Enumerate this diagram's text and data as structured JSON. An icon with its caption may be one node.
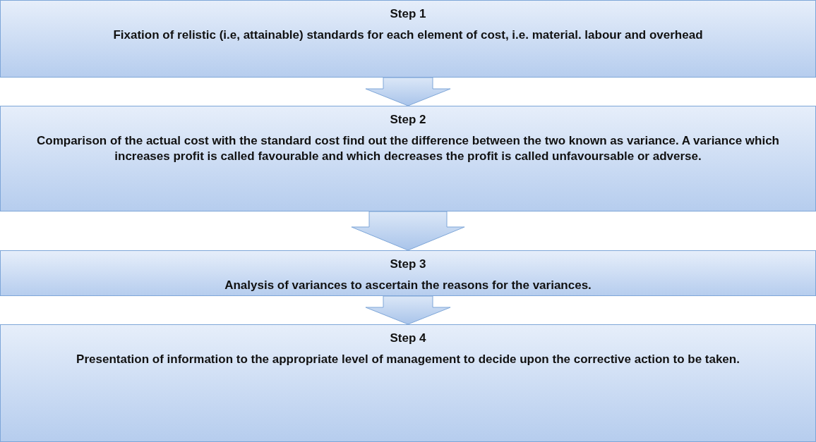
{
  "diagram": {
    "nodes": [
      {
        "text": [
          "Step 1",
          "Fixation of relistic (i.e, attainable) standards for each element of cost, i.e. material. labour and overhead"
        ]
      },
      {
        "text": [
          "Step 2",
          "Comparison of the actual cost with the standard cost find out the difference between the two known as variance. A variance which increases profit is called favourable and which decreases the profit is called unfavoursable or adverse."
        ]
      },
      {
        "text": [
          "Step 3",
          "Analysis of variances to ascertain the reasons for the variances."
        ]
      },
      {
        "text": [
          "Step 4",
          "Presentation of information to the appropriate level of management to decide upon the corrective action to be taken."
        ]
      }
    ],
    "edges": [
      {
        "from": 0,
        "to": 1,
        "arrow": "to"
      },
      {
        "from": 1,
        "to": 2,
        "arrow": "to"
      },
      {
        "from": 2,
        "to": 3,
        "arrow": "to"
      }
    ]
  }
}
